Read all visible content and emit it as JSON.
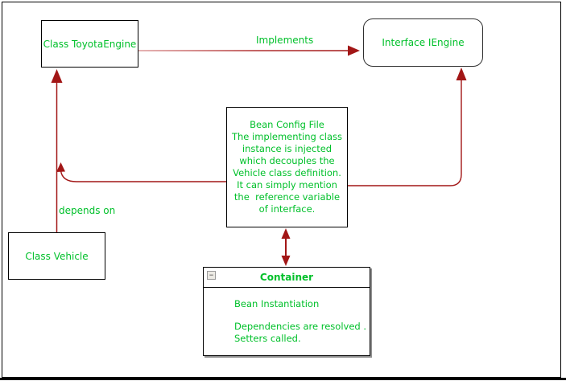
{
  "colors": {
    "text_green": "#00c02a",
    "arrow_red": "#a21616",
    "frame_black": "#000000"
  },
  "nodes": {
    "toyota_engine": {
      "label": "Class ToyotaEngine"
    },
    "iengine": {
      "label": "Interface IEngine"
    },
    "vehicle": {
      "label": "Class Vehicle"
    },
    "bean_config": {
      "lines": [
        "Bean Config File",
        "The implementing class",
        "instance is injected",
        "which decouples the",
        "Vehicle class definition.",
        "It can simply mention",
        "the  reference variable",
        "of interface."
      ]
    },
    "container": {
      "title": "Container",
      "collapse_glyph": "−",
      "body_lines": [
        "Bean Instantiation",
        "Dependencies are resolved .",
        "Setters called."
      ]
    }
  },
  "edges": {
    "implements_label": "Implements",
    "depends_on_label": "depends on"
  }
}
